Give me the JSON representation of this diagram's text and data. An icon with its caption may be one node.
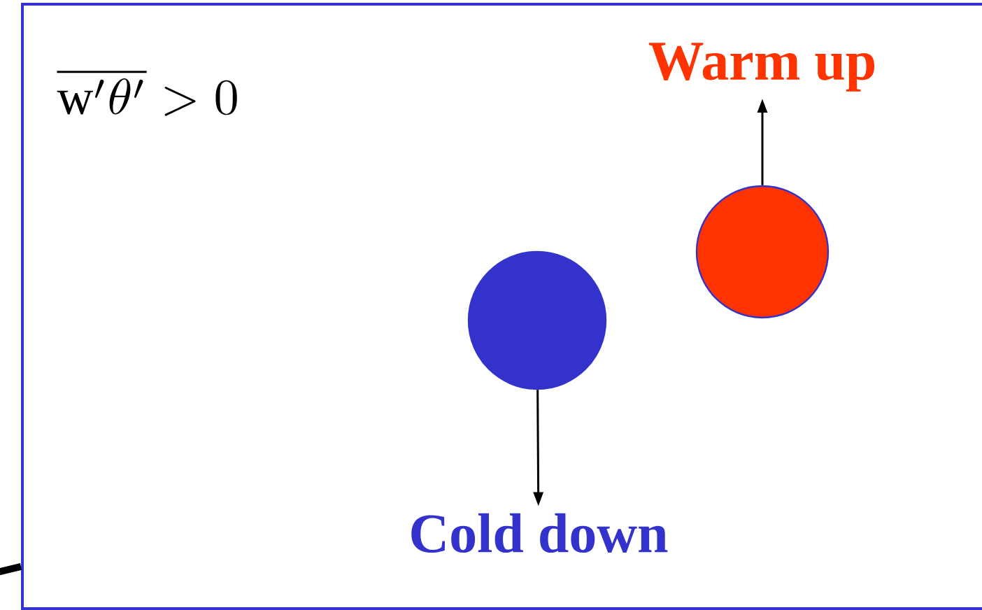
{
  "diagram": {
    "nodes": [
      {
        "text": [],
        "shape": "circle"
      },
      {
        "text": [
          "Warm up"
        ]
      },
      {
        "text": [],
        "shape": "circle"
      },
      {
        "text": [
          "Cold down"
        ]
      }
    ],
    "edges": [
      {
        "from": 0,
        "to": 1,
        "arrow": "to"
      },
      {
        "from": 2,
        "to": 3,
        "arrow": "to"
      }
    ],
    "labels": [
      "\\overline{\\mathrm{w}'\\theta'} > 0"
    ]
  }
}
